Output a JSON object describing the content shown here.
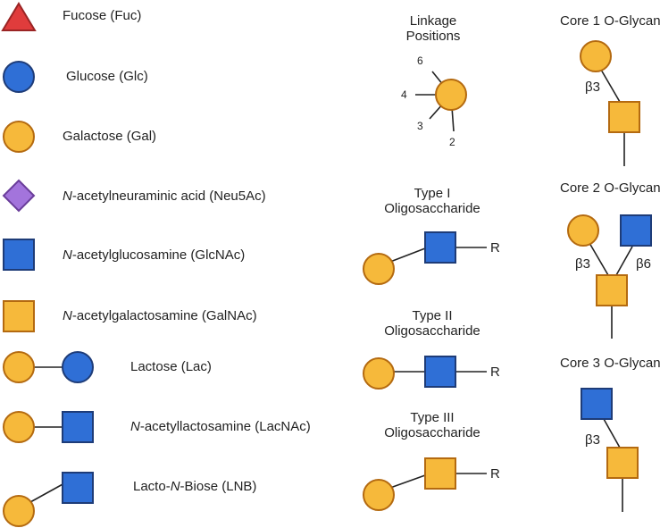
{
  "colors": {
    "fucose": "#e03c3c",
    "glucose": "#2f6fd6",
    "galactose": "#f6b93b",
    "neu5ac": "#a374dc",
    "glcnac": "#2f6fd6",
    "galnac": "#f6b93b",
    "outline": "#b46a10",
    "outline_blue": "#1e3c78",
    "outline_purple": "#6a3d9a",
    "outline_red": "#9a2424",
    "line": "#222222"
  },
  "legend": {
    "fucose": "Fucose (Fuc)",
    "glucose": "Glucose (Glc)",
    "galactose": "Galactose (Gal)",
    "neu5ac_prefix": "N",
    "neu5ac_rest": "-acetylneuraminic acid (Neu5Ac)",
    "glcnac_prefix": "N",
    "glcnac_rest": "-acetylglucosamine (GlcNAc)",
    "galnac_prefix": "N",
    "galnac_rest": "-acetylgalactosamine (GalNAc)",
    "lactose": "Lactose (Lac)",
    "lacnac_prefix": "N",
    "lacnac_rest": "-acetyllactosamine (LacNAc)",
    "lnb_a": "Lacto-",
    "lnb_b": "N",
    "lnb_c": "-Biose (LNB)"
  },
  "linkage": {
    "title_line1": "Linkage",
    "title_line2": "Positions",
    "pos6": "6",
    "pos4": "4",
    "pos3": "3",
    "pos2": "2"
  },
  "type1": {
    "line1": "Type I",
    "line2": "Oligosaccharide",
    "r": "R"
  },
  "type2": {
    "line1": "Type II",
    "line2": "Oligosaccharide",
    "r": "R"
  },
  "type3": {
    "line1": "Type III",
    "line2": "Oligosaccharide",
    "r": "R"
  },
  "core1": {
    "title": "Core 1 O-Glycan",
    "link": "β3"
  },
  "core2": {
    "title": "Core 2 O-Glycan",
    "link_left": "β3",
    "link_right": "β6"
  },
  "core3": {
    "title": "Core 3 O-Glycan",
    "link": "β3"
  }
}
